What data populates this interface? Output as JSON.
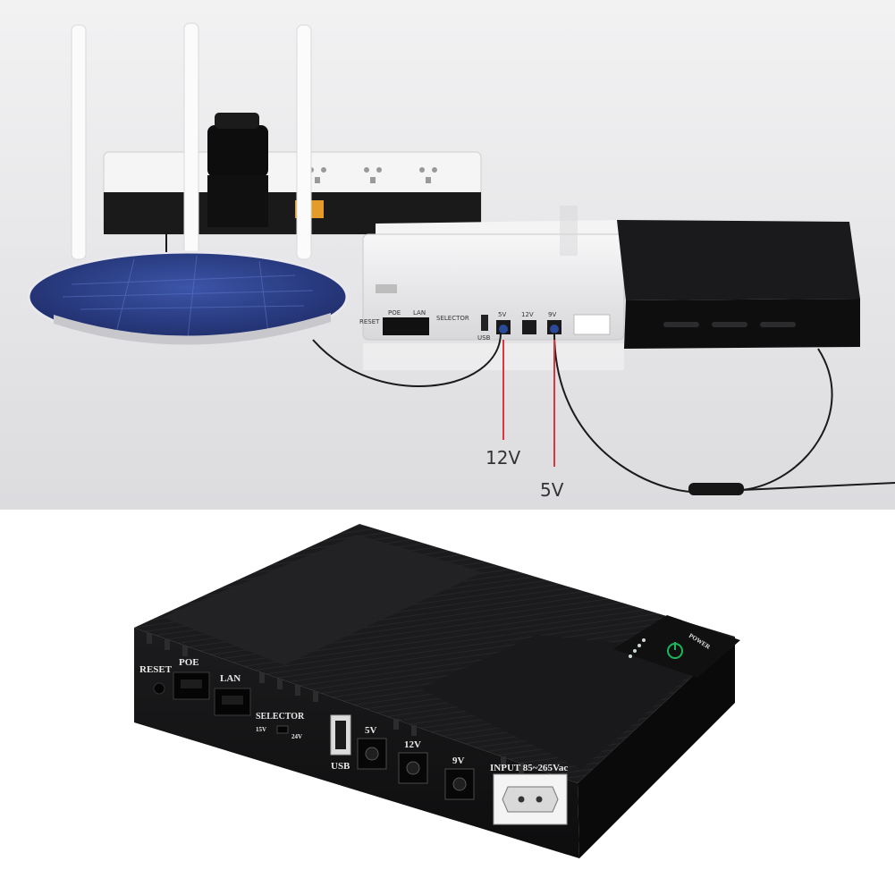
{
  "colors": {
    "top_background": "#e6e6e8",
    "bottom_background": "#ffffff",
    "device_black": "#1e1e20",
    "device_white": "#eeeeef",
    "router_blue": "#2b3f8f",
    "callout_line": "#d9363e",
    "power_led": "#19b65a"
  },
  "icons": [
    "power-button-icon",
    "ac-inlet-icon",
    "usb-port-icon",
    "rj45-port-icon",
    "dc-jack-icon",
    "antenna-icon"
  ],
  "top_photo": {
    "callouts": {
      "left_voltage": "12V",
      "right_voltage": "5V"
    },
    "white_ups_labels": {
      "reset": "RESET",
      "poe": "POE",
      "lan": "LAN",
      "selector": "SELECTOR",
      "usb": "USB",
      "port_5v": "5V",
      "port_12v": "12V",
      "port_9v": "9V"
    }
  },
  "bottom_photo": {
    "labels": {
      "reset": "RESET",
      "poe": "POE",
      "lan": "LAN",
      "selector": "SELECTOR",
      "selector_15v": "15V",
      "selector_24v": "24V",
      "usb": "USB",
      "port_5v": "5V",
      "port_12v": "12V",
      "port_9v": "9V",
      "input": "INPUT 85~265Vac",
      "power": "POWER"
    }
  }
}
